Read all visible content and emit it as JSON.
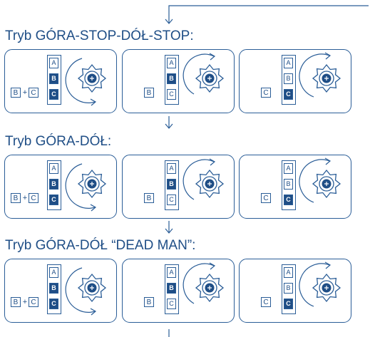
{
  "sections": [
    {
      "title": "Tryb GÓRA-STOP-DÓŁ-STOP:",
      "panels": [
        {
          "combo": [
            "B",
            "+",
            "C"
          ],
          "buttons": [
            "A",
            "B",
            "C"
          ],
          "active": [
            1,
            2
          ],
          "direction": "clockwise"
        },
        {
          "combo": [
            "B"
          ],
          "buttons": [
            "A",
            "B",
            "C"
          ],
          "active": [
            1
          ],
          "direction": "counterclockwise"
        },
        {
          "combo": [
            "C"
          ],
          "buttons": [
            "A",
            "B",
            "C"
          ],
          "active": [
            2
          ],
          "direction": "clockwise"
        }
      ]
    },
    {
      "title": "Tryb GÓRA-DÓŁ:",
      "panels": [
        {
          "combo": [
            "B",
            "+",
            "C"
          ],
          "buttons": [
            "A",
            "B",
            "C"
          ],
          "active": [
            1,
            2
          ],
          "direction": "clockwise"
        },
        {
          "combo": [
            "B"
          ],
          "buttons": [
            "A",
            "B",
            "C"
          ],
          "active": [
            1
          ],
          "direction": "counterclockwise"
        },
        {
          "combo": [
            "C"
          ],
          "buttons": [
            "A",
            "B",
            "C"
          ],
          "active": [
            2
          ],
          "direction": "clockwise"
        }
      ]
    },
    {
      "title": "Tryb GÓRA-DÓŁ “DEAD MAN”:",
      "panels": [
        {
          "combo": [
            "B",
            "+",
            "C"
          ],
          "buttons": [
            "A",
            "B",
            "C"
          ],
          "active": [
            1,
            2
          ],
          "direction": "clockwise"
        },
        {
          "combo": [
            "B"
          ],
          "buttons": [
            "A",
            "B",
            "C"
          ],
          "active": [
            1
          ],
          "direction": "counterclockwise"
        },
        {
          "combo": [
            "C"
          ],
          "buttons": [
            "A",
            "B",
            "C"
          ],
          "active": [
            2
          ],
          "direction": "clockwise"
        }
      ]
    }
  ],
  "colors": {
    "accent": "#1f4e86",
    "line": "#2a5d97"
  }
}
